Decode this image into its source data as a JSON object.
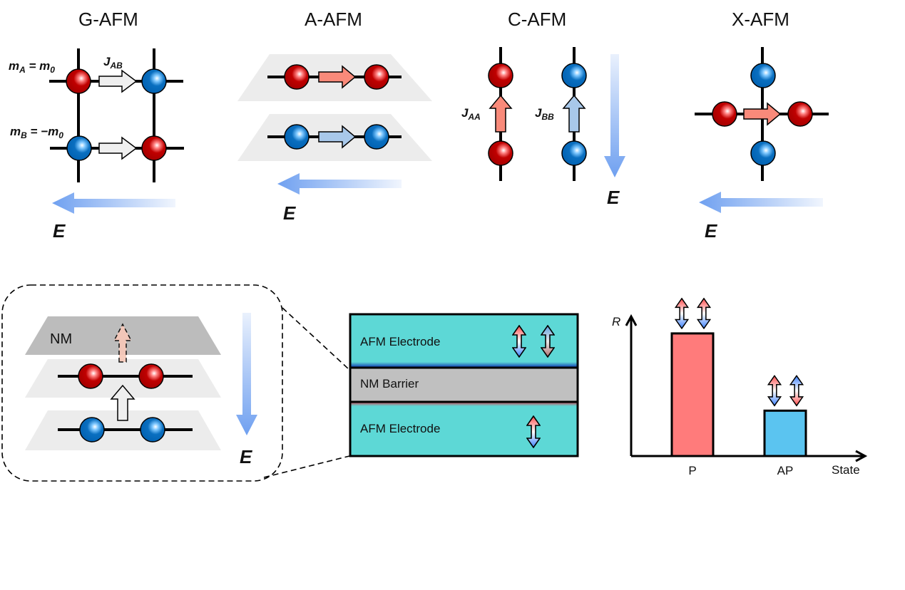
{
  "panels": {
    "g_afm": {
      "title": "G-AFM",
      "label_mA": "m",
      "label_mA_sub": "A",
      "label_mA_eq": " = m",
      "label_mA_eq_sub": "0",
      "label_mB": "m",
      "label_mB_sub": "B",
      "label_mB_eq": " = −m",
      "label_mB_eq_sub": "0",
      "coupling": "J",
      "coupling_sub": "AB",
      "field": "E"
    },
    "a_afm": {
      "title": "A-AFM",
      "field": "E"
    },
    "c_afm": {
      "title": "C-AFM",
      "coupling_a": "J",
      "coupling_a_sub": "AA",
      "coupling_b": "J",
      "coupling_b_sub": "BB",
      "field": "E"
    },
    "x_afm": {
      "title": "X-AFM",
      "field": "E"
    }
  },
  "inset": {
    "nm_label": "NM",
    "field": "E"
  },
  "junction": {
    "top_layer": "AFM Electrode",
    "barrier": "NM Barrier",
    "bottom_layer": "AFM Electrode"
  },
  "colors": {
    "sublattice_a": "#c00000",
    "sublattice_b": "#0070c0",
    "field_arrow": "#6fa0f0",
    "electrode": "#5dd8d6",
    "barrier": "#c0c0c0",
    "bar_p": "#ff7b7b",
    "bar_ap": "#5bc4f0"
  },
  "chart_data": {
    "type": "bar",
    "title": "",
    "xlabel": "State",
    "ylabel": "R",
    "categories": [
      "P",
      "AP"
    ],
    "values": [
      1.0,
      0.37
    ],
    "ylim": [
      0,
      1.2
    ],
    "grid": false,
    "annotations": [
      "parallel spin pair above P",
      "antiparallel spin pair above AP"
    ]
  }
}
